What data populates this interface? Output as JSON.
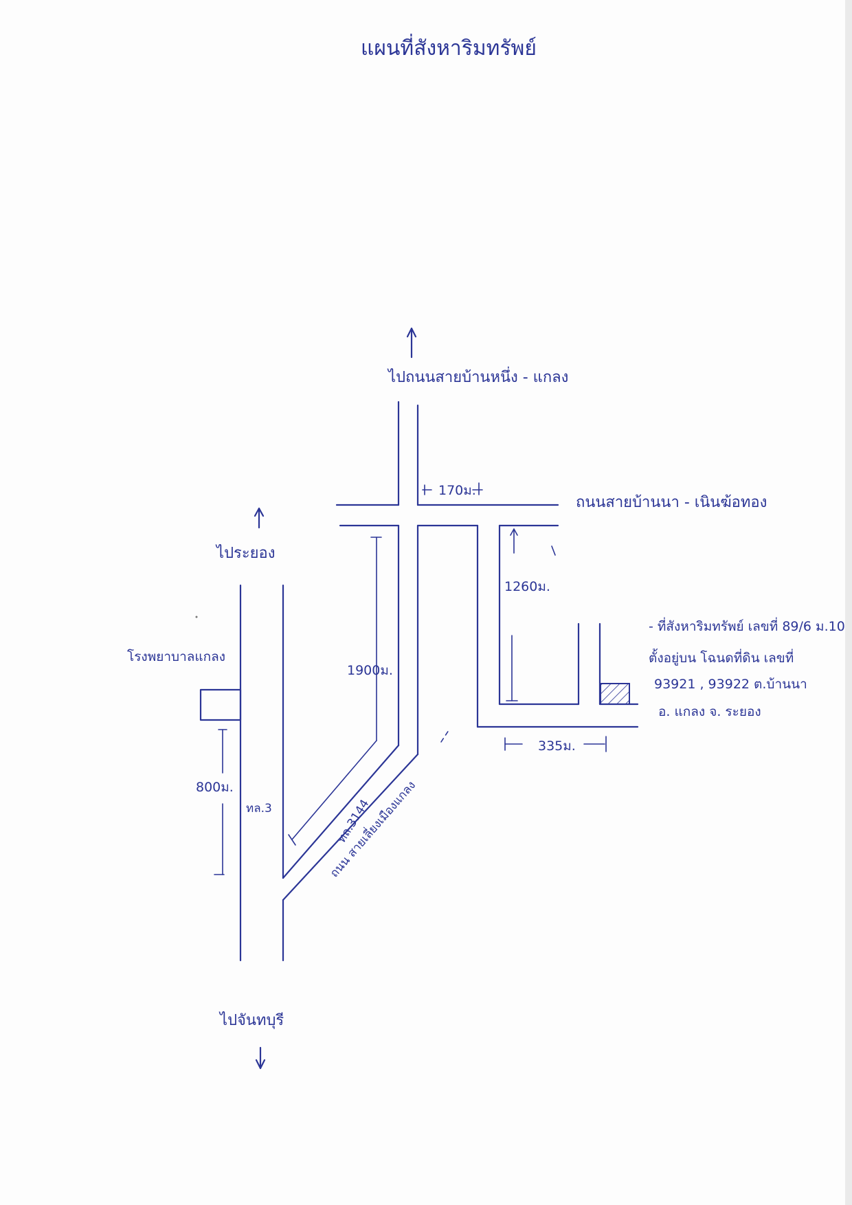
{
  "title": "แผนที่สังหาริมทรัพย์",
  "labels": {
    "to_ban_nong": "ไปถนนสายบ้านหนึ่ง - แกลง",
    "road_ban_na": "ถนนสายบ้านนา - เนินฆ้อทอง",
    "to_rayong": "ไประยอง",
    "to_chanthaburi": "ไปจันทบุรี",
    "hospital": "โรงพยาบาลแกลง",
    "highway_3": "ทล.3",
    "highway_3144": "ทล.3144",
    "road_diag": "ถนน สายเลี่ยงเมืองแกลง"
  },
  "distances": {
    "d170": "170ม.",
    "d1260": "1260ม.",
    "d1900": "1900ม.",
    "d800": "800ม.",
    "d335": "335ม."
  },
  "property_note": {
    "line1": "- ที่สังหาริมทรัพย์ เลขที่ 89/6 ม.10",
    "line2": "ตั้งอยู่บน โฉนดที่ดิน เลขที่",
    "line3": "93921 , 93922  ต.บ้านนา",
    "line4": "อ. แกลง จ. ระยอง"
  },
  "colors": {
    "ink": "#2b3596",
    "paper": "#fdfdfd"
  }
}
